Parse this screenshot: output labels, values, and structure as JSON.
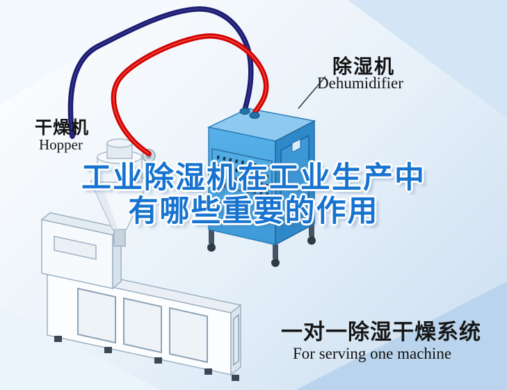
{
  "poster": {
    "callouts": {
      "dehumidifier": {
        "zh": "除湿机",
        "en": "Dehumidifier"
      },
      "hopper": {
        "zh": "干燥机",
        "en": "Hopper"
      }
    },
    "title": {
      "line1": "工业除湿机在工业生产中",
      "line2": "有哪些重要的作用",
      "color": "#1673cf"
    },
    "caption": {
      "zh": "一对一除湿干燥系统",
      "en": "For serving one machine"
    },
    "illustration": {
      "dehumidifier_body_color": "#45a4e0",
      "hose_red_color": "#d10000",
      "hose_blue_color": "#1b1b6f",
      "parts": [
        "dehumidifier-unit",
        "hopper-funnel",
        "extruder-machine",
        "red-hose",
        "blue-hose"
      ]
    }
  }
}
